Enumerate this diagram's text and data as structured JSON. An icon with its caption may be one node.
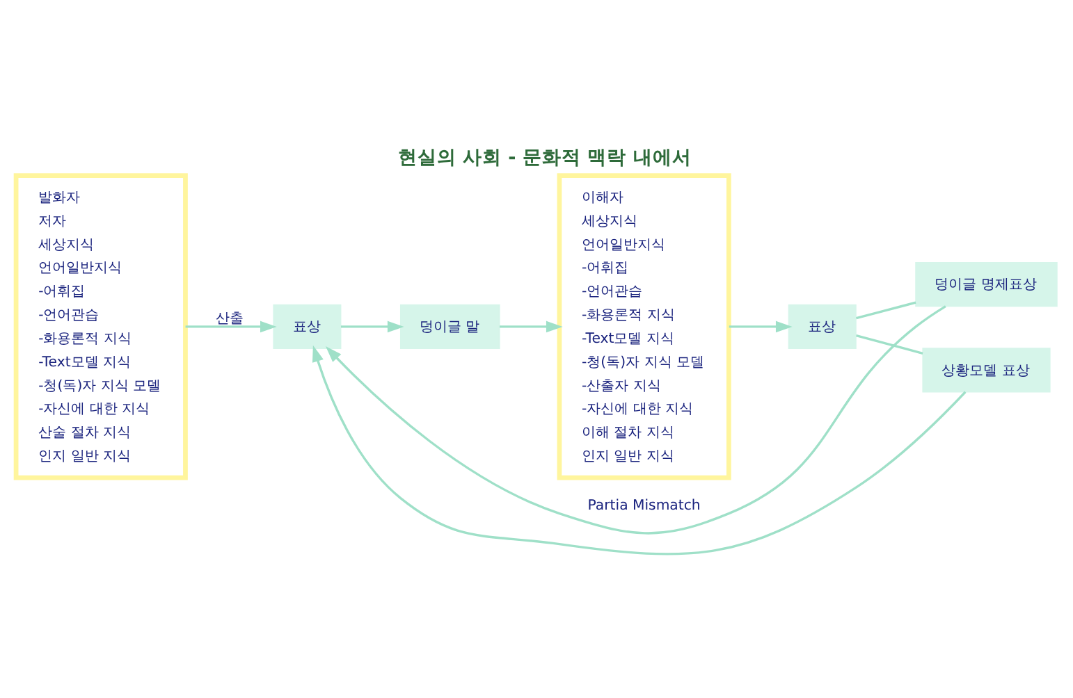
{
  "diagram": {
    "title": "현실의 사회 - 문화적 맥락 내에서",
    "nodes": [
      {
        "text": [
          "발화자",
          "저자",
          "세상지식",
          "언어일반지식",
          "-어휘집",
          "-언어관습",
          "-화용론적 지식",
          "-Text모델 지식",
          "-청(독)자 지식 모델",
          "-자신에 대한 지식",
          "산술 절차 지식",
          "인지 일반 지식"
        ]
      },
      {
        "text": [
          "덩이글 말"
        ]
      },
      {
        "text": [
          "표상"
        ]
      },
      {
        "text": [
          "이해자",
          "세상지식",
          "언어일반지식",
          "-어휘집",
          "-언어관습",
          "-화용론적 지식",
          "-Text모델 지식",
          "-청(독)자 지식 모델",
          "-산출자 지식",
          "-자신에 대한 지식",
          "이해 절차 지식",
          "인지 일반 지식"
        ]
      },
      {
        "text": [
          "표상"
        ]
      },
      {
        "text": [
          "덩이글 명제표상"
        ]
      },
      {
        "text": [
          "상황모델 표상"
        ]
      }
    ],
    "edges": [
      {
        "from": 0,
        "to": 2,
        "arrow": "to",
        "label": "산출"
      },
      {
        "from": 2,
        "to": 1,
        "arrow": "to"
      },
      {
        "from": 1,
        "to": 3,
        "arrow": "to"
      },
      {
        "from": 3,
        "to": 4,
        "arrow": "to"
      },
      {
        "from": 4,
        "to": 5,
        "arrow": "none"
      },
      {
        "from": 4,
        "to": 6,
        "arrow": "none"
      },
      {
        "from": 5,
        "to": 2,
        "arrow": "to",
        "label": "Partia Mismatch"
      },
      {
        "from": 6,
        "to": 2,
        "arrow": "to"
      }
    ]
  }
}
